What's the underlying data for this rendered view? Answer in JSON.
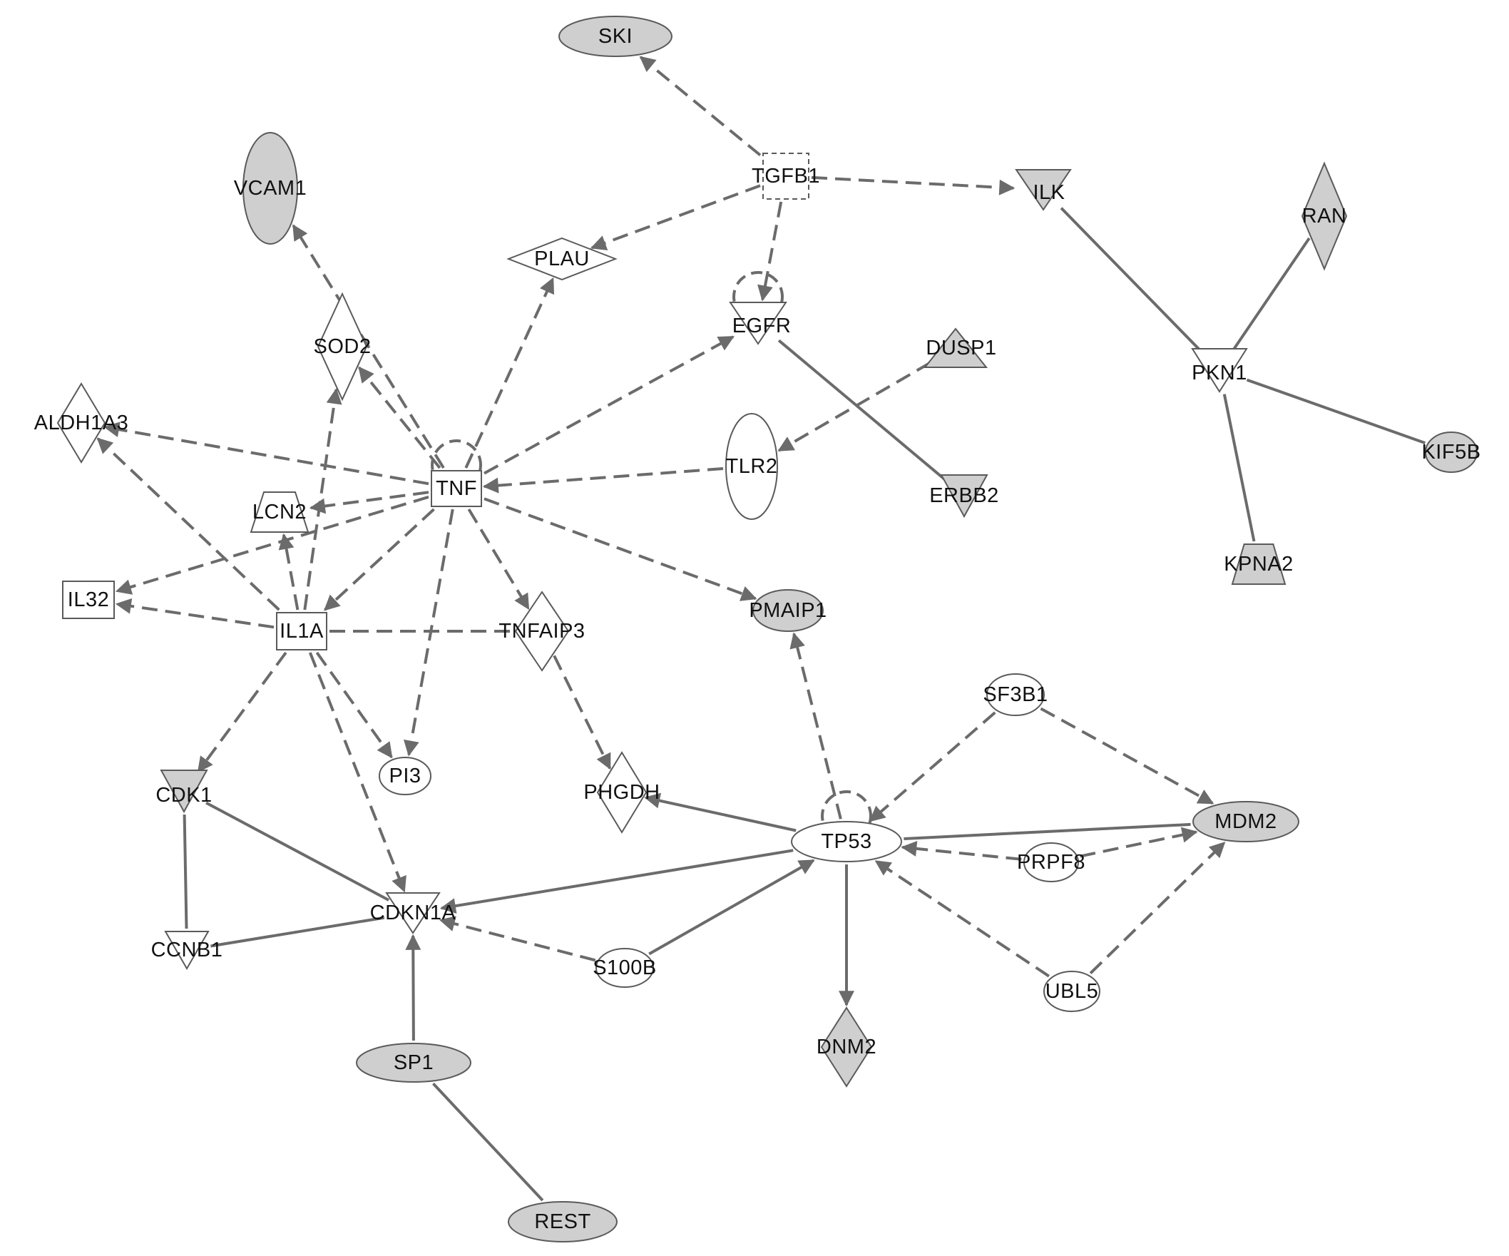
{
  "colors": {
    "edge": "#6b6b6b",
    "node_stroke": "#5a5a5a",
    "shaded": "#cfcfcf",
    "unshaded": "#ffffff",
    "text": "#111111"
  },
  "nodes": [
    {
      "id": "SKI",
      "label": "SKI",
      "shape": "ellipse",
      "shaded": true
    },
    {
      "id": "TGFB1",
      "label": "TGFB1",
      "shape": "square-dashed",
      "shaded": false
    },
    {
      "id": "ILK",
      "label": "ILK",
      "shape": "triangle-down",
      "shaded": true
    },
    {
      "id": "RAN",
      "label": "RAN",
      "shape": "diamond",
      "shaded": true
    },
    {
      "id": "VCAM1",
      "label": "VCAM1",
      "shape": "ellipse-vertical",
      "shaded": true
    },
    {
      "id": "PLAU",
      "label": "PLAU",
      "shape": "diamond-wide",
      "shaded": false
    },
    {
      "id": "EGFR",
      "label": "EGFR",
      "shape": "triangle-down",
      "shaded": false
    },
    {
      "id": "DUSP1",
      "label": "DUSP1",
      "shape": "triangle-up",
      "shaded": true
    },
    {
      "id": "PKN1",
      "label": "PKN1",
      "shape": "triangle-down",
      "shaded": false
    },
    {
      "id": "SOD2",
      "label": "SOD2",
      "shape": "diamond",
      "shaded": false
    },
    {
      "id": "ALDH1A3",
      "label": "ALDH1A3",
      "shape": "diamond",
      "shaded": false
    },
    {
      "id": "TNF",
      "label": "TNF",
      "shape": "square",
      "shaded": false
    },
    {
      "id": "TLR2",
      "label": "TLR2",
      "shape": "ellipse-vertical",
      "shaded": false
    },
    {
      "id": "ERBB2",
      "label": "ERBB2",
      "shape": "triangle-down",
      "shaded": true
    },
    {
      "id": "KIF5B",
      "label": "KIF5B",
      "shape": "ellipse",
      "shaded": true
    },
    {
      "id": "LCN2",
      "label": "LCN2",
      "shape": "trapezoid",
      "shaded": false
    },
    {
      "id": "IL32",
      "label": "IL32",
      "shape": "square",
      "shaded": false
    },
    {
      "id": "IL1A",
      "label": "IL1A",
      "shape": "square",
      "shaded": false
    },
    {
      "id": "TNFAIP3",
      "label": "TNFAIP3",
      "shape": "diamond",
      "shaded": false
    },
    {
      "id": "PMAIP1",
      "label": "PMAIP1",
      "shape": "ellipse",
      "shaded": true
    },
    {
      "id": "KPNA2",
      "label": "KPNA2",
      "shape": "trapezoid",
      "shaded": true
    },
    {
      "id": "SF3B1",
      "label": "SF3B1",
      "shape": "ellipse",
      "shaded": false
    },
    {
      "id": "PI3",
      "label": "PI3",
      "shape": "ellipse",
      "shaded": false
    },
    {
      "id": "CDK1",
      "label": "CDK1",
      "shape": "triangle-down",
      "shaded": true
    },
    {
      "id": "PHGDH",
      "label": "PHGDH",
      "shape": "diamond",
      "shaded": false
    },
    {
      "id": "TP53",
      "label": "TP53",
      "shape": "ellipse",
      "shaded": false
    },
    {
      "id": "MDM2",
      "label": "MDM2",
      "shape": "ellipse",
      "shaded": true
    },
    {
      "id": "PRPF8",
      "label": "PRPF8",
      "shape": "ellipse",
      "shaded": false
    },
    {
      "id": "CDKN1A",
      "label": "CDKN1A",
      "shape": "triangle-down",
      "shaded": false
    },
    {
      "id": "CCNB1",
      "label": "CCNB1",
      "shape": "triangle-down",
      "shaded": false
    },
    {
      "id": "S100B",
      "label": "S100B",
      "shape": "ellipse",
      "shaded": false
    },
    {
      "id": "UBL5",
      "label": "UBL5",
      "shape": "ellipse",
      "shaded": false
    },
    {
      "id": "DNM2",
      "label": "DNM2",
      "shape": "diamond",
      "shaded": true
    },
    {
      "id": "SP1",
      "label": "SP1",
      "shape": "ellipse",
      "shaded": true
    },
    {
      "id": "REST",
      "label": "REST",
      "shape": "ellipse",
      "shaded": true
    }
  ],
  "edges": [
    {
      "source": "TGFB1",
      "target": "SKI",
      "style": "dashed",
      "arrow": true
    },
    {
      "source": "TGFB1",
      "target": "ILK",
      "style": "dashed",
      "arrow": true
    },
    {
      "source": "TGFB1",
      "target": "PLAU",
      "style": "dashed",
      "arrow": true
    },
    {
      "source": "TGFB1",
      "target": "EGFR",
      "style": "dashed",
      "arrow": true
    },
    {
      "source": "ILK",
      "target": "PKN1",
      "style": "solid",
      "arrow": false
    },
    {
      "source": "RAN",
      "target": "PKN1",
      "style": "solid",
      "arrow": false
    },
    {
      "source": "PKN1",
      "target": "KIF5B",
      "style": "solid",
      "arrow": false
    },
    {
      "source": "PKN1",
      "target": "KPNA2",
      "style": "solid",
      "arrow": false
    },
    {
      "source": "EGFR",
      "target": "ERBB2",
      "style": "solid",
      "arrow": false
    },
    {
      "source": "DUSP1",
      "target": "TLR2",
      "style": "dashed",
      "arrow": true
    },
    {
      "source": "TLR2",
      "target": "TNF",
      "style": "dashed",
      "arrow": true
    },
    {
      "source": "TNF",
      "target": "VCAM1",
      "style": "dashed",
      "arrow": true
    },
    {
      "source": "TNF",
      "target": "SOD2",
      "style": "dashed",
      "arrow": true
    },
    {
      "source": "TNF",
      "target": "ALDH1A3",
      "style": "dashed",
      "arrow": true
    },
    {
      "source": "TNF",
      "target": "PLAU",
      "style": "dashed",
      "arrow": true
    },
    {
      "source": "TNF",
      "target": "EGFR",
      "style": "dashed",
      "arrow": true
    },
    {
      "source": "TNF",
      "target": "LCN2",
      "style": "dashed",
      "arrow": true
    },
    {
      "source": "TNF",
      "target": "IL32",
      "style": "dashed",
      "arrow": true
    },
    {
      "source": "TNF",
      "target": "IL1A",
      "style": "dashed",
      "arrow": true
    },
    {
      "source": "TNF",
      "target": "TNFAIP3",
      "style": "dashed",
      "arrow": true
    },
    {
      "source": "TNF",
      "target": "PMAIP1",
      "style": "dashed",
      "arrow": true
    },
    {
      "source": "TNF",
      "target": "PI3",
      "style": "dashed",
      "arrow": true
    },
    {
      "source": "IL1A",
      "target": "SOD2",
      "style": "dashed",
      "arrow": true
    },
    {
      "source": "IL1A",
      "target": "ALDH1A3",
      "style": "dashed",
      "arrow": true
    },
    {
      "source": "IL1A",
      "target": "LCN2",
      "style": "dashed",
      "arrow": true
    },
    {
      "source": "IL1A",
      "target": "IL32",
      "style": "dashed",
      "arrow": true
    },
    {
      "source": "IL1A",
      "target": "TNFAIP3",
      "style": "dashed",
      "arrow": false
    },
    {
      "source": "IL1A",
      "target": "PI3",
      "style": "dashed",
      "arrow": true
    },
    {
      "source": "IL1A",
      "target": "CDK1",
      "style": "dashed",
      "arrow": true
    },
    {
      "source": "IL1A",
      "target": "CDKN1A",
      "style": "dashed",
      "arrow": true
    },
    {
      "source": "TNFAIP3",
      "target": "PHGDH",
      "style": "dashed",
      "arrow": true
    },
    {
      "source": "TP53",
      "target": "PMAIP1",
      "style": "dashed",
      "arrow": true
    },
    {
      "source": "TP53",
      "target": "PHGDH",
      "style": "solid",
      "arrow": true
    },
    {
      "source": "TP53",
      "target": "MDM2",
      "style": "solid",
      "arrow": false
    },
    {
      "source": "TP53",
      "target": "CDKN1A",
      "style": "solid",
      "arrow": true
    },
    {
      "source": "TP53",
      "target": "DNM2",
      "style": "solid",
      "arrow": true
    },
    {
      "source": "SF3B1",
      "target": "TP53",
      "style": "dashed",
      "arrow": true
    },
    {
      "source": "SF3B1",
      "target": "MDM2",
      "style": "dashed",
      "arrow": true
    },
    {
      "source": "PRPF8",
      "target": "TP53",
      "style": "dashed",
      "arrow": true
    },
    {
      "source": "PRPF8",
      "target": "MDM2",
      "style": "dashed",
      "arrow": true
    },
    {
      "source": "UBL5",
      "target": "TP53",
      "style": "dashed",
      "arrow": true
    },
    {
      "source": "UBL5",
      "target": "MDM2",
      "style": "dashed",
      "arrow": true
    },
    {
      "source": "S100B",
      "target": "TP53",
      "style": "solid",
      "arrow": true
    },
    {
      "source": "S100B",
      "target": "CDKN1A",
      "style": "dashed",
      "arrow": true
    },
    {
      "source": "CDK1",
      "target": "CCNB1",
      "style": "solid",
      "arrow": false
    },
    {
      "source": "CDK1",
      "target": "CDKN1A",
      "style": "solid",
      "arrow": false
    },
    {
      "source": "CCNB1",
      "target": "CDKN1A",
      "style": "solid",
      "arrow": false
    },
    {
      "source": "SP1",
      "target": "CDKN1A",
      "style": "solid",
      "arrow": true
    },
    {
      "source": "SP1",
      "target": "REST",
      "style": "solid",
      "arrow": false
    }
  ],
  "self_loops": [
    "TNF",
    "EGFR",
    "TP53"
  ]
}
